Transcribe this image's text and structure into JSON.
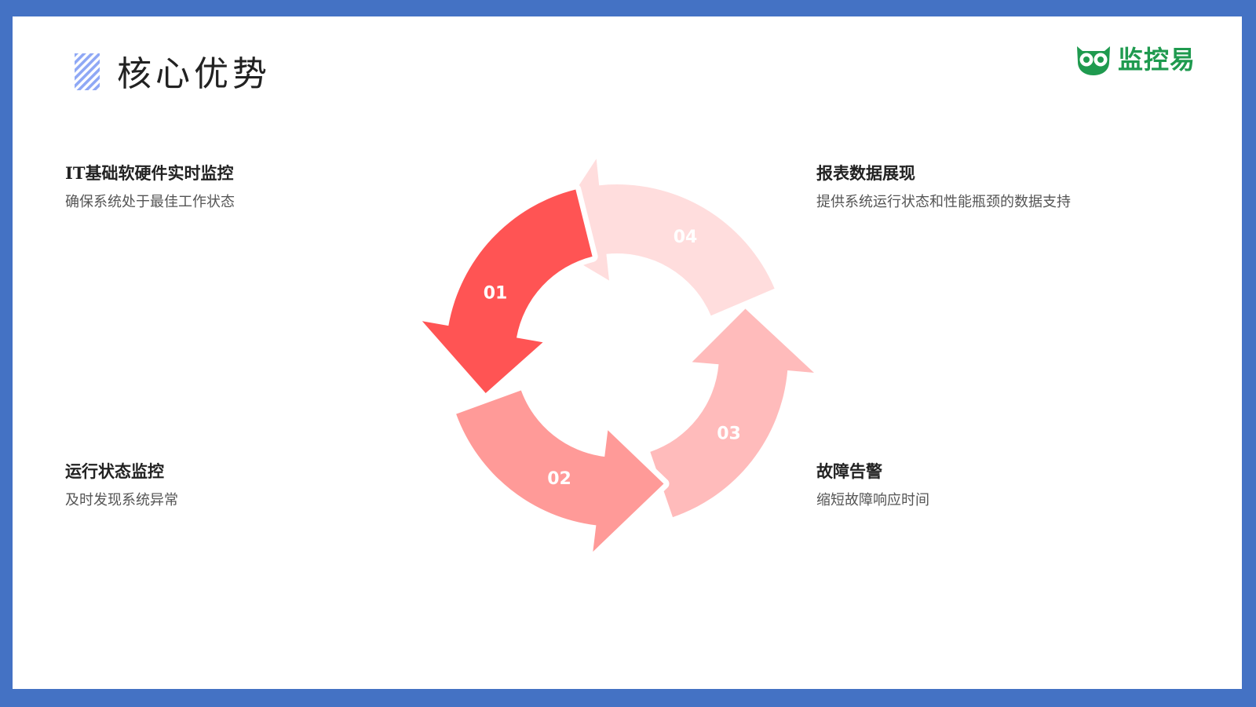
{
  "title": "核心优势",
  "logo": {
    "text": "监控易",
    "color": "#1f9a4f"
  },
  "features": [
    {
      "title": "IT基础软硬件实时监控",
      "desc": "确保系统处于最佳工作状态"
    },
    {
      "title": "运行状态监控",
      "desc": "及时发现系统异常"
    },
    {
      "title": "故障告警",
      "desc": "缩短故障响应时间"
    },
    {
      "title": "报表数据展现",
      "desc": "提供系统运行状态和性能瓶颈的数据支持"
    }
  ],
  "cycle": [
    {
      "label": "01",
      "color": "#FF5454"
    },
    {
      "label": "02",
      "color": "#FF9A98"
    },
    {
      "label": "03",
      "color": "#FFBBBB"
    },
    {
      "label": "04",
      "color": "#FFDDDD"
    }
  ],
  "colors": {
    "frame": "#4472C4",
    "accent_stripes": "#8FA8F5"
  }
}
